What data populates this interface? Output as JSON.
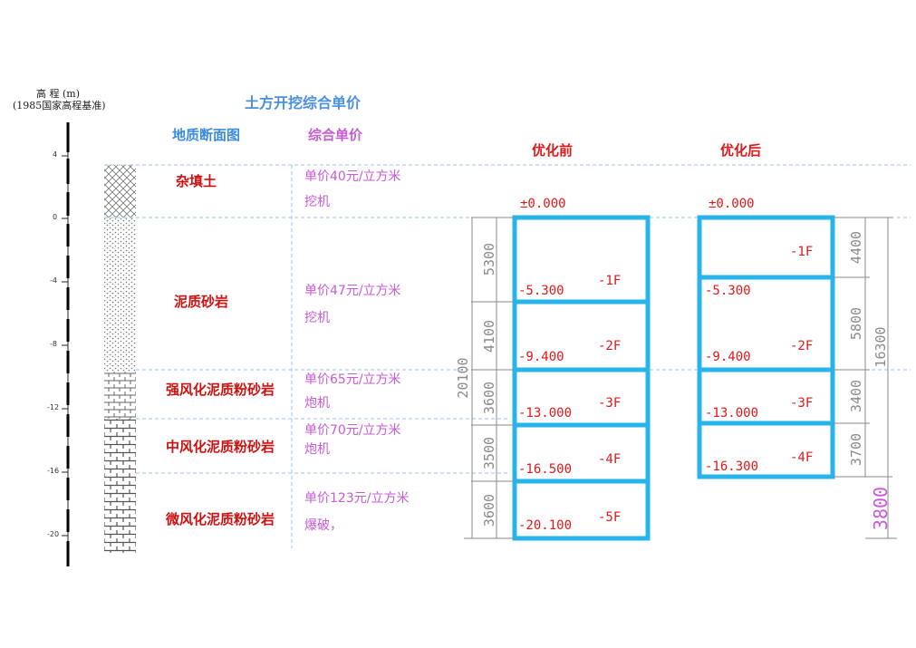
{
  "scale": {
    "title_line1": "高 程 (m)",
    "title_line2": "(1985国家高程基准)",
    "ticks": [
      "4",
      "0",
      "-4",
      "-8",
      "-12",
      "-16",
      "-20"
    ]
  },
  "title": "土方开挖综合单价",
  "headers": {
    "section": "地质断面图",
    "price": "综合单价",
    "before": "优化前",
    "after": "优化后"
  },
  "layers": [
    {
      "name": "杂填土",
      "price": "单价40元/立方米",
      "method": "挖机"
    },
    {
      "name": "泥质砂岩",
      "price": "单价47元/立方米",
      "method": "挖机"
    },
    {
      "name": "强风化泥质粉砂岩",
      "price": "单价65元/立方米",
      "method": "炮机"
    },
    {
      "name": "中风化泥质粉砂岩",
      "price": "单价70元/立方米",
      "method": "炮机"
    },
    {
      "name": "微风化泥质粉砂岩",
      "price": "单价123元/立方米",
      "method": "爆破，"
    }
  ],
  "before": {
    "zero": "±0.000",
    "levels": [
      "-5.300",
      "-9.400",
      "-13.000",
      "-16.500",
      "-20.100"
    ],
    "floors": [
      "-1F",
      "-2F",
      "-3F",
      "-4F",
      "-5F"
    ],
    "dims": [
      "5300",
      "4100",
      "3600",
      "3500",
      "3600"
    ],
    "total": "20100"
  },
  "after": {
    "zero": "±0.000",
    "levels": [
      "-5.300",
      "-9.400",
      "-13.000",
      "-16.300"
    ],
    "floors": [
      "-1F",
      "-2F",
      "-3F",
      "-4F"
    ],
    "dims": [
      "4400",
      "5800",
      "3400",
      "3700"
    ],
    "total": "16300",
    "saving": "3800"
  },
  "colors": {
    "frame": "#27b4ec",
    "guide": "#9fc2ea",
    "elevation_text": "#e01818",
    "price_text": "#c85bd6"
  }
}
